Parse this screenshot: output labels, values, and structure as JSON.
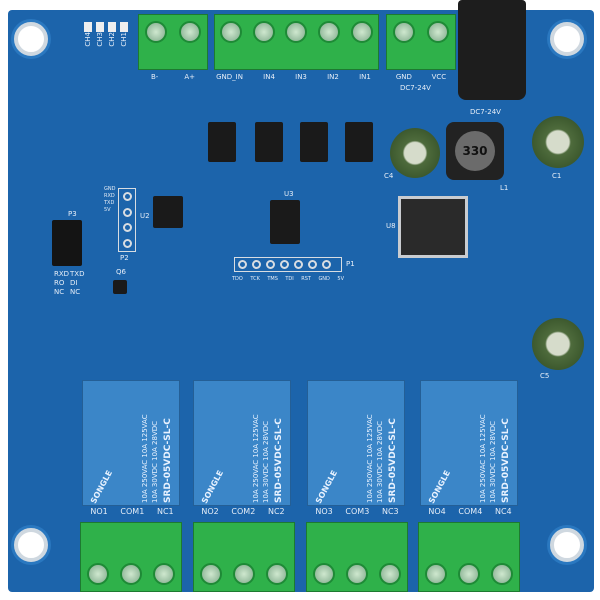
{
  "top_terminals": {
    "power_out": [
      "B-",
      "A+"
    ],
    "inputs": [
      "GND_IN",
      "IN4",
      "IN3",
      "IN2",
      "IN1"
    ],
    "power_in": [
      "GND",
      "VCC"
    ],
    "power_range": "DC7-24V"
  },
  "indicator_leds": [
    "CH4",
    "CH3",
    "CH2",
    "CH1"
  ],
  "dc_jack_label": "DC7-24V",
  "inductor_label": "330",
  "header_p1": {
    "name": "P1",
    "pins": [
      "TDO",
      "TCK",
      "TMS",
      "TDI",
      "RST",
      "GND",
      "5V"
    ]
  },
  "header_p2": {
    "name": "P2",
    "pins": [
      "GND",
      "RXD",
      "TXD",
      "5V"
    ]
  },
  "jumper_p3": {
    "name": "P3",
    "labels": [
      "RXD",
      "TXD",
      "RO",
      "DI",
      "NC",
      "NC"
    ]
  },
  "components": {
    "u2": "U2",
    "u3": "U3",
    "u8": "U8",
    "q6": "Q6",
    "l1": "L1",
    "c1": "C1",
    "c4": "C4",
    "c5": "C5"
  },
  "relays": [
    {
      "brand": "SONGLE",
      "model": "SRD-05VDC-SL-C",
      "rating1": "10A 250VAC 10A 125VAC",
      "rating2": "10A 30VDC 10A 28VDC"
    },
    {
      "brand": "SONGLE",
      "model": "SRD-05VDC-SL-C",
      "rating1": "10A 250VAC 10A 125VAC",
      "rating2": "10A 30VDC 10A 28VDC"
    },
    {
      "brand": "SONGLE",
      "model": "SRD-05VDC-SL-C",
      "rating1": "10A 250VAC 10A 125VAC",
      "rating2": "10A 30VDC 10A 28VDC"
    },
    {
      "brand": "SONGLE",
      "model": "SRD-05VDC-SL-C",
      "rating1": "10A 250VAC 10A 125VAC",
      "rating2": "10A 30VDC 10A 28VDC"
    }
  ],
  "relay_terminals": [
    [
      "NO1",
      "COM1",
      "NC1"
    ],
    [
      "NO2",
      "COM2",
      "NC2"
    ],
    [
      "NO3",
      "COM3",
      "NC3"
    ],
    [
      "NO4",
      "COM4",
      "NC4"
    ]
  ]
}
